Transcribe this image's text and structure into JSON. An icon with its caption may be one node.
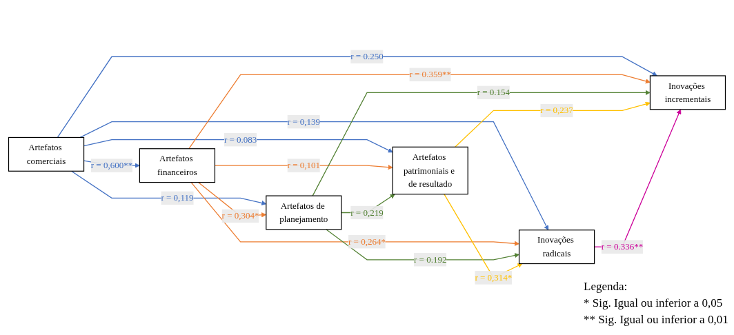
{
  "diagram": {
    "nodes": [
      {
        "text": [
          "Artefatos comerciais"
        ]
      },
      {
        "text": [
          "Artefatos financeiros"
        ]
      },
      {
        "text": [
          "Artefatos de planejamento"
        ]
      },
      {
        "text": [
          "Artefatos patrimoniais e de resultado"
        ]
      },
      {
        "text": [
          "Inovações radicais"
        ]
      },
      {
        "text": [
          "Inovações incrementais"
        ]
      }
    ],
    "edges": [
      {
        "from": 0,
        "to": 1,
        "arrow": "to",
        "label": "r = 0,600**",
        "color": "#4472c4"
      },
      {
        "from": 0,
        "to": 2,
        "arrow": "to",
        "label": "r = 0,119",
        "color": "#4472c4"
      },
      {
        "from": 0,
        "to": 3,
        "arrow": "to",
        "label": "r = 0.083",
        "color": "#4472c4"
      },
      {
        "from": 1,
        "to": 2,
        "arrow": "to",
        "label": "r = 0,304*",
        "color": "#ed7d31"
      },
      {
        "from": 1,
        "to": 3,
        "arrow": "to",
        "label": "r = 0,101",
        "color": "#ed7d31"
      },
      {
        "from": 2,
        "to": 3,
        "arrow": "to",
        "label": "r = 0,219",
        "color": "#548235"
      },
      {
        "from": 0,
        "to": 4,
        "arrow": "to",
        "label": "r = 0,139",
        "color": "#4472c4"
      },
      {
        "from": 1,
        "to": 4,
        "arrow": "to",
        "label": "r = 0,264*",
        "color": "#ed7d31"
      },
      {
        "from": 2,
        "to": 4,
        "arrow": "to",
        "label": "r = 0.192",
        "color": "#548235"
      },
      {
        "from": 3,
        "to": 4,
        "arrow": "to",
        "label": "r = 0,314*",
        "color": "#ffc000"
      },
      {
        "from": 0,
        "to": 5,
        "arrow": "to",
        "label": "r = 0.250",
        "color": "#4472c4"
      },
      {
        "from": 1,
        "to": 5,
        "arrow": "to",
        "label": "r = 0.359**",
        "color": "#ed7d31"
      },
      {
        "from": 2,
        "to": 5,
        "arrow": "to",
        "label": "r = 0.154",
        "color": "#548235"
      },
      {
        "from": 3,
        "to": 5,
        "arrow": "to",
        "label": "r = 0,237",
        "color": "#ffc000"
      },
      {
        "from": 4,
        "to": 5,
        "arrow": "to",
        "label": "r = 0.336**",
        "color": "#cc0099"
      }
    ],
    "labels": [
      "Legenda:",
      "* Sig. Igual ou inferior a 0,05",
      "** Sig. Igual ou inferior a 0,01"
    ]
  }
}
